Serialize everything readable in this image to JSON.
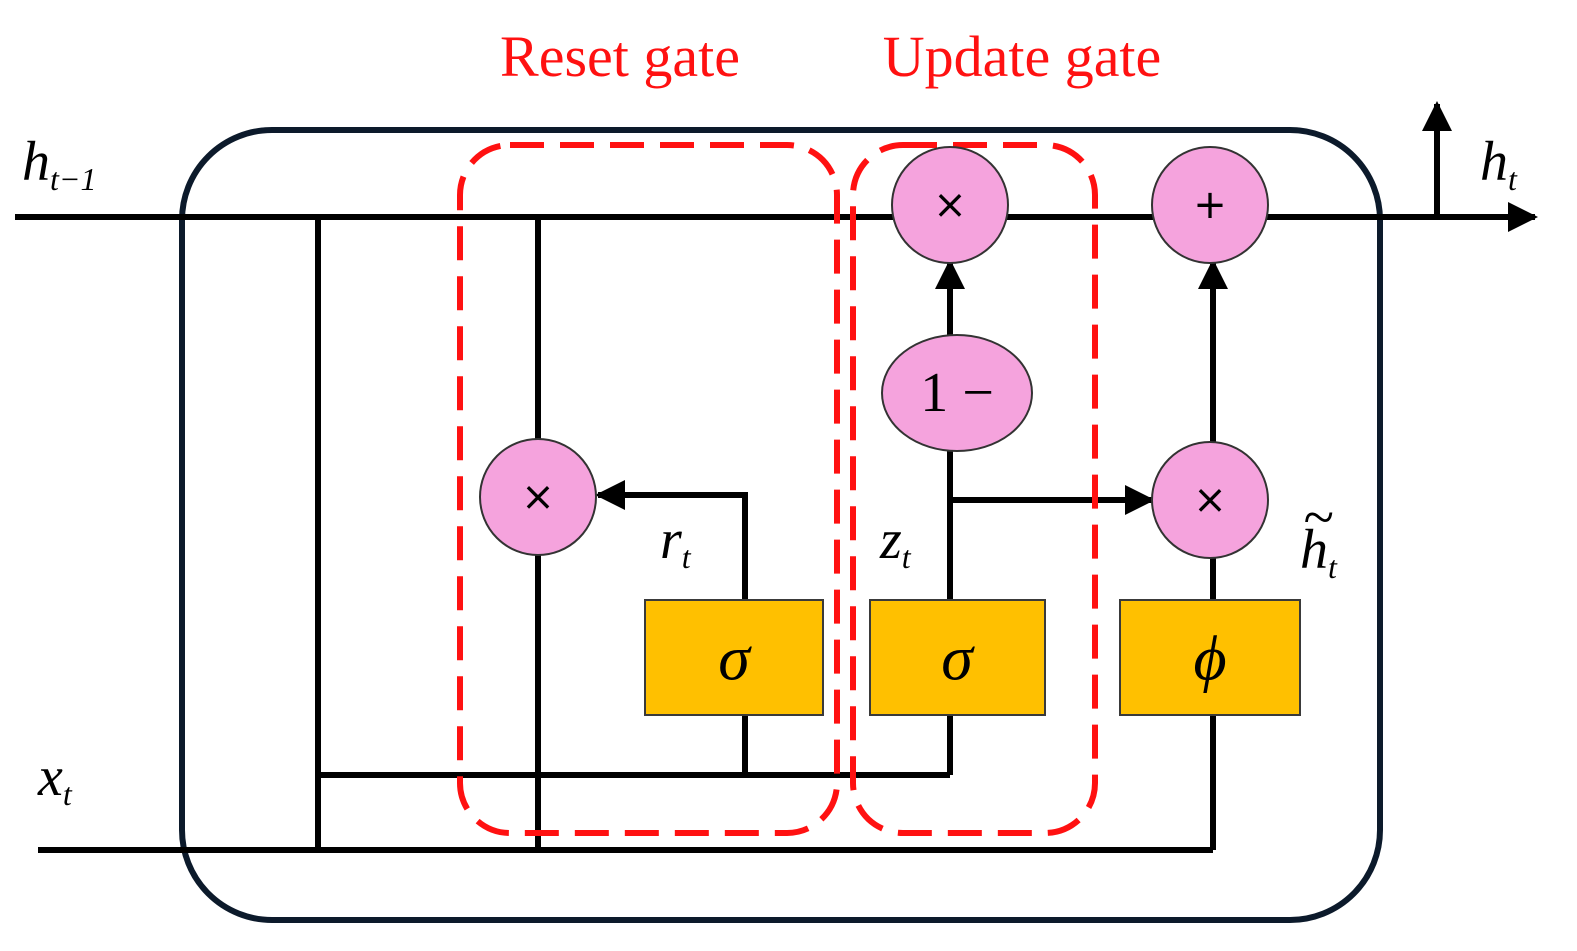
{
  "labels": {
    "reset_gate": "Reset gate",
    "update_gate": "Update gate"
  },
  "variables": {
    "h_prev": {
      "main": "h",
      "sub": "t−1"
    },
    "h_out": {
      "main": "h",
      "sub": "t"
    },
    "x_in": {
      "main": "x",
      "sub": "t"
    },
    "r": {
      "main": "r",
      "sub": "t"
    },
    "z": {
      "main": "z",
      "sub": "t"
    },
    "h_tilde": {
      "main": "h",
      "sub": "t",
      "accent": "~"
    }
  },
  "operators": {
    "reset_multiply": "×",
    "update_multiply": "×",
    "candidate_multiply": "×",
    "add": "+",
    "one_minus": "1 −"
  },
  "activations": {
    "reset_sigma": "σ",
    "update_sigma": "σ",
    "candidate_phi": "ϕ"
  },
  "colors": {
    "gate_outline": "#ff1111",
    "gate_label": "#ff1111",
    "operator_fill": "#f5a3dd",
    "activation_fill": "#ffc000",
    "cell_border": "#0c1a2b",
    "wire": "#000000"
  }
}
